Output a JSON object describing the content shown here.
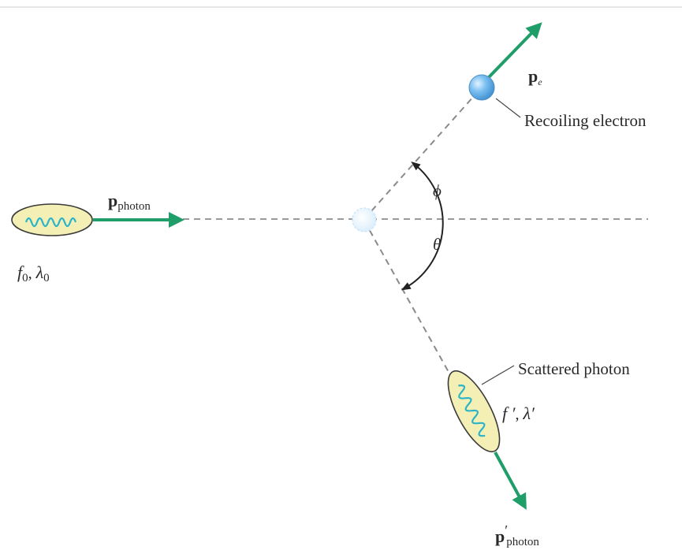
{
  "incident_photon": {
    "momentum_symbol": "p",
    "momentum_subscript": "photon",
    "frequency_symbol": "f",
    "frequency_subscript": "0",
    "separator": ", ",
    "wavelength_symbol": "λ",
    "wavelength_subscript": "0"
  },
  "electron": {
    "momentum_symbol": "p",
    "momentum_subscript": "e",
    "label": "Recoiling electron"
  },
  "scattered_photon": {
    "label": "Scattered photon",
    "frequency_symbol": "f ′",
    "separator": ", ",
    "wavelength_symbol": "λ′",
    "momentum_symbol": "p",
    "momentum_prime": "′",
    "momentum_subscript": "photon"
  },
  "angles": {
    "electron_angle": "ϕ",
    "photon_angle": "θ"
  },
  "colors": {
    "arrow": "#1f9e6a",
    "wave": "#2bb3c9",
    "ellipse_fill": "#f3efb5",
    "electron": "#5aa9e6",
    "dashes": "#9a9a9a"
  }
}
